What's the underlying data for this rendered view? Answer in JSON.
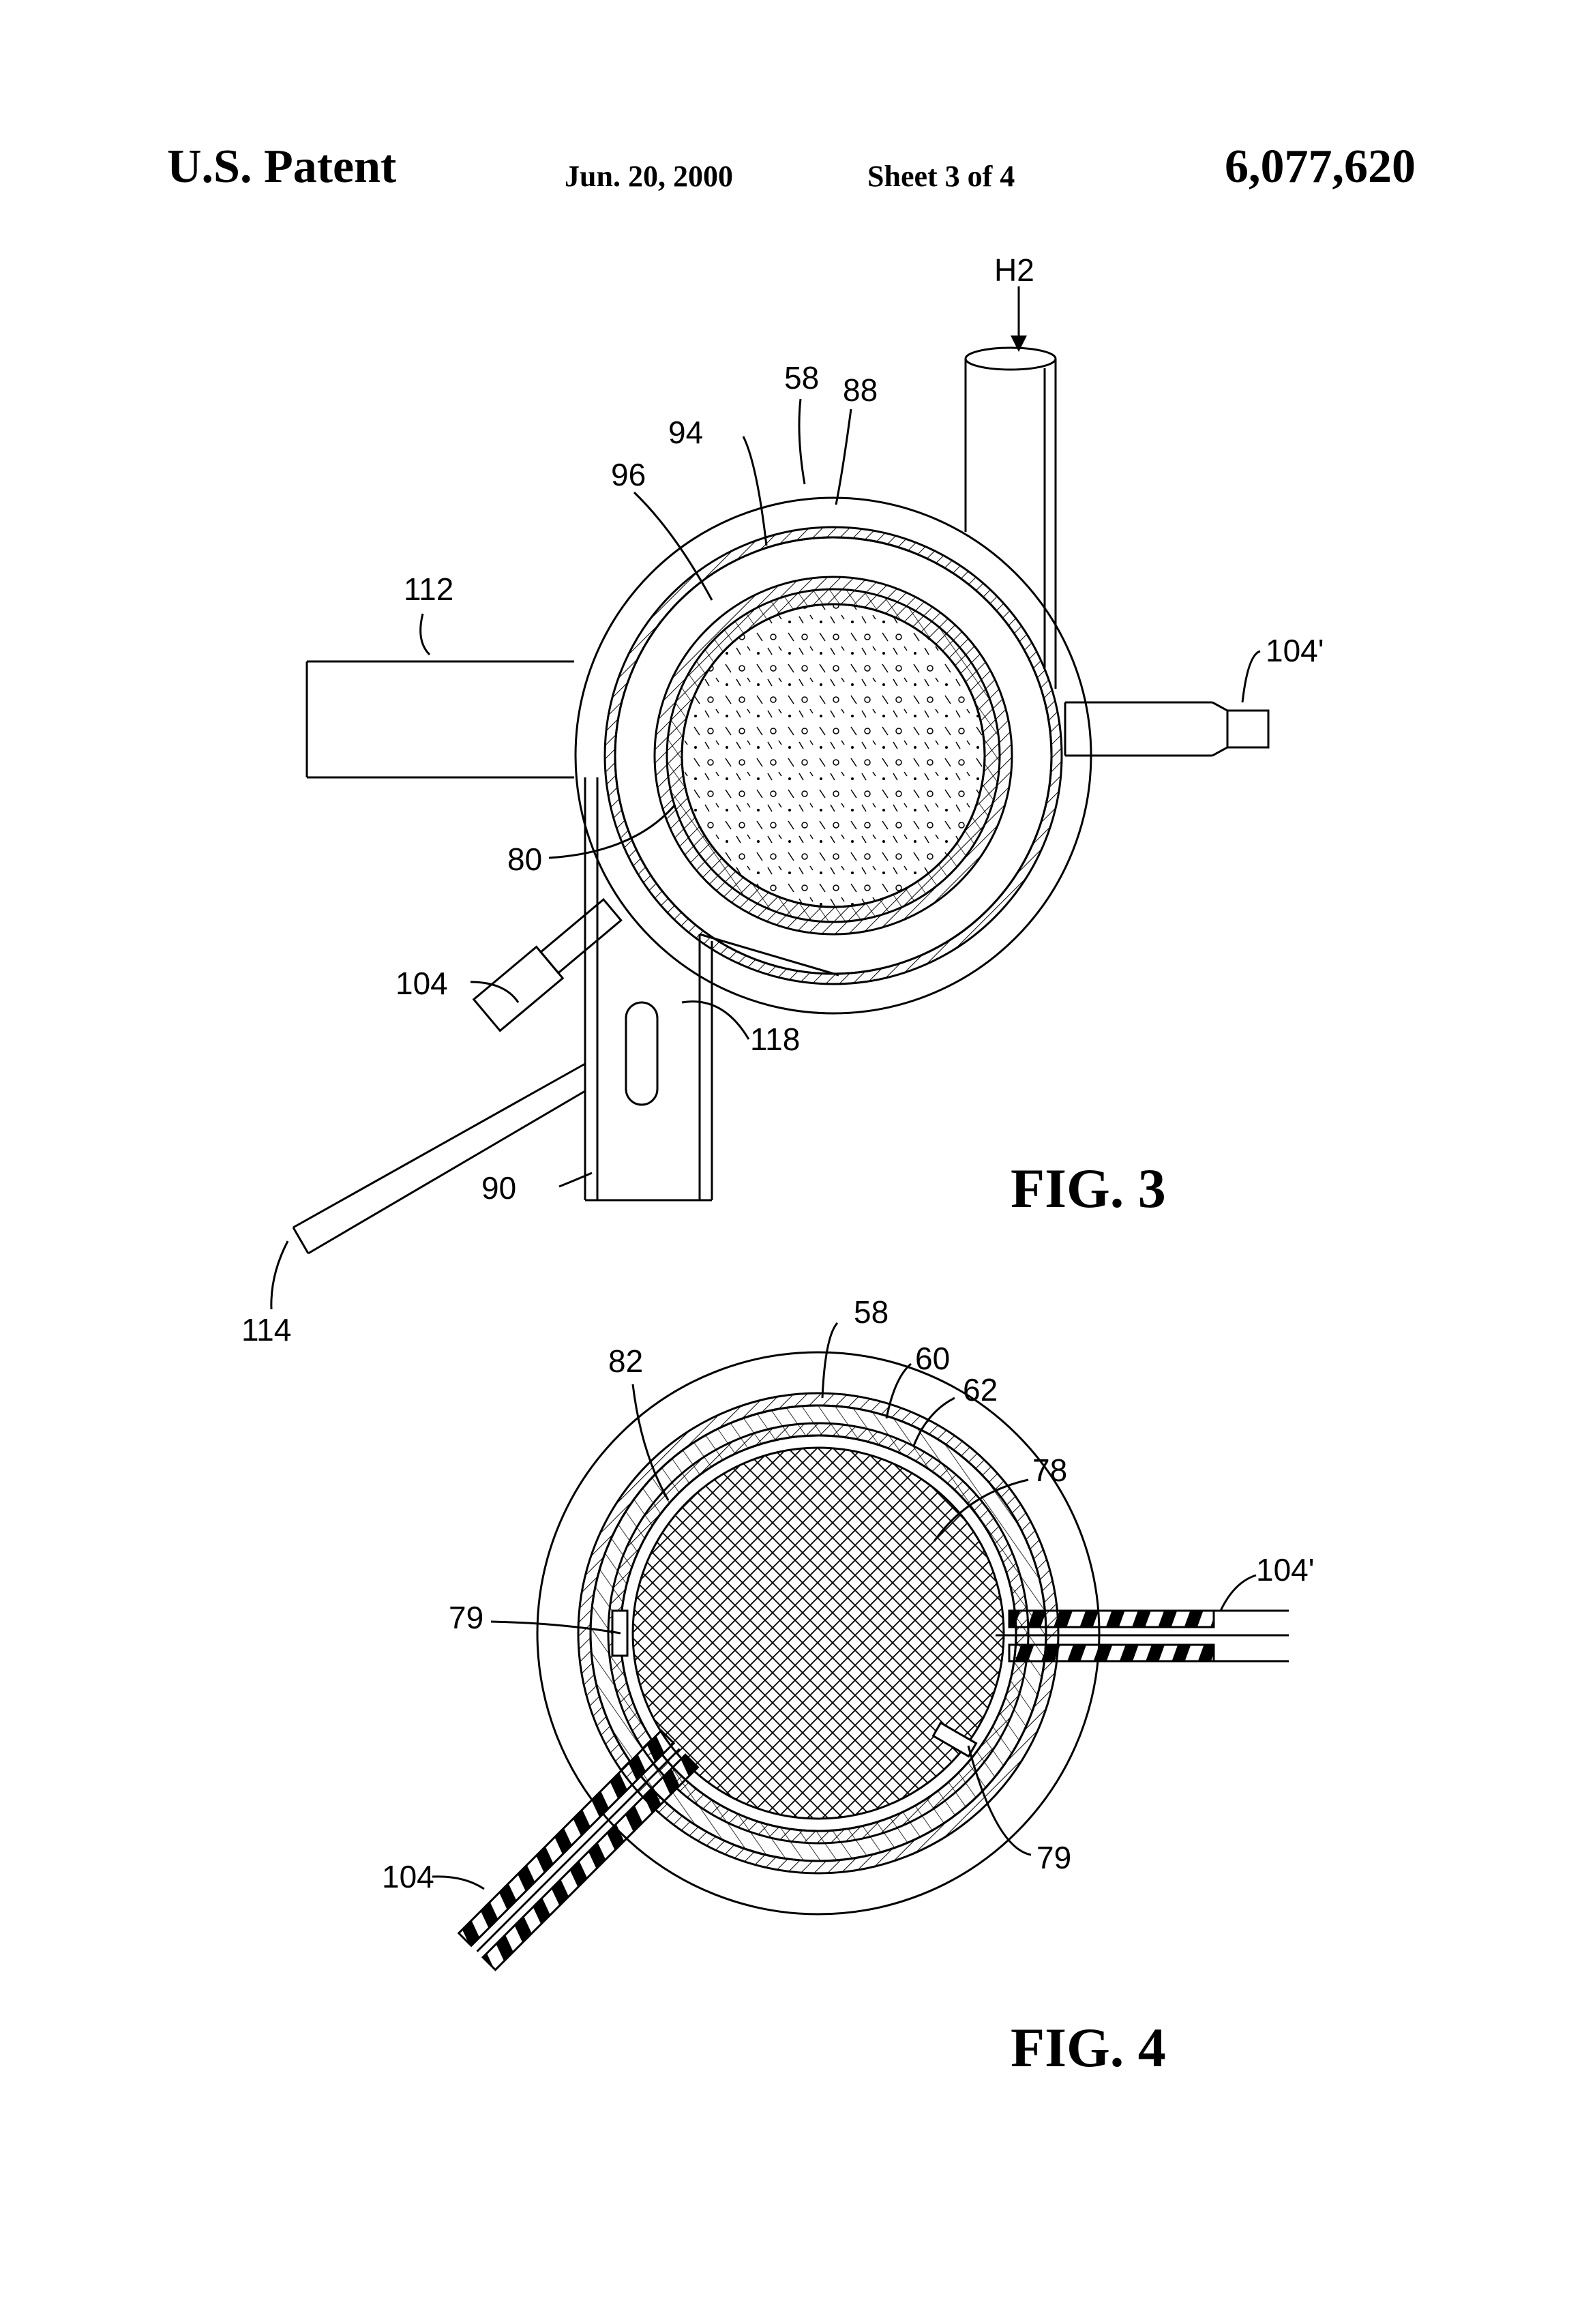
{
  "header": {
    "title": "U.S. Patent",
    "date": "Jun. 20, 2000",
    "sheet": "Sheet 3 of 4",
    "patent_number": "6,077,620"
  },
  "figures": {
    "fig3": {
      "caption": "FIG. 3",
      "gas_label": "H2",
      "labels": [
        "58",
        "88",
        "94",
        "96",
        "112",
        "104'",
        "80",
        "104",
        "118",
        "90",
        "114"
      ]
    },
    "fig4": {
      "caption": "FIG. 4",
      "labels": [
        "58",
        "60",
        "62",
        "82",
        "78",
        "104'",
        "79",
        "79",
        "104"
      ]
    }
  }
}
